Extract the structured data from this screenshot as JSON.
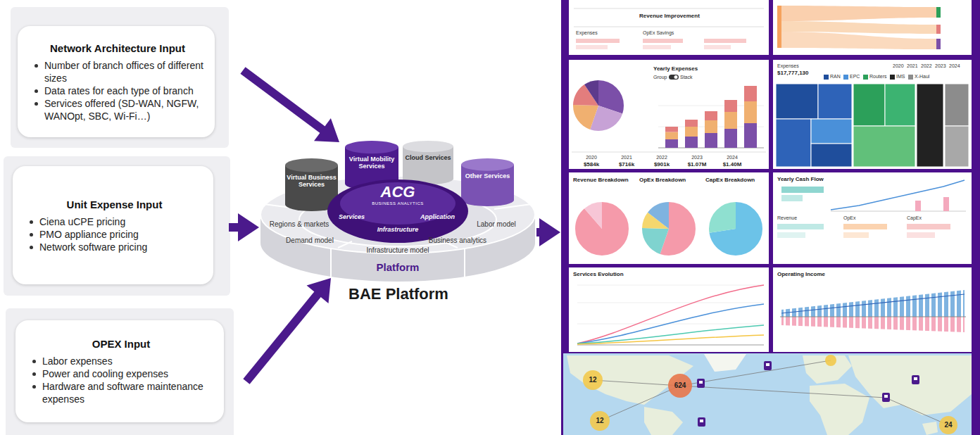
{
  "diagram": {
    "nodes": [
      {
        "text": [
          "Network Architecture Input",
          "Number of branch offices of different sizes",
          "Data rates for each type of branch",
          "Services offered (SD-WAN, NGFW, WANOpt, SBC, Wi-Fi…)"
        ]
      },
      {
        "text": [
          "Unit Expense Input",
          "Ciena uCPE pricing",
          "PMO appliance pricing",
          "Network software pricing"
        ]
      },
      {
        "text": [
          "OPEX Input",
          "Labor expenses",
          "Power and cooling expenses",
          "Hardware and software maintenance expenses"
        ]
      },
      {
        "text": [
          "BAE Platform"
        ]
      },
      {
        "text": [
          "Virtual Business Services"
        ],
        "in": 3
      },
      {
        "text": [
          "Virtual Mobility Services"
        ],
        "in": 3
      },
      {
        "text": [
          "Cloud Services"
        ],
        "in": 3
      },
      {
        "text": [
          "Other Services"
        ],
        "in": 3
      },
      {
        "text": [
          "ACG",
          "BUSINESS ANALYTICS",
          "Services",
          "Infrastructure",
          "Application"
        ],
        "in": 3
      },
      {
        "text": [
          "Revenue Improvement",
          "Expenses",
          "OpEx Savings"
        ]
      },
      {
        "text": [
          "Yearly Expenses",
          "Group",
          "Stack",
          "2020",
          "2021",
          "2022",
          "2023",
          "2024",
          "$584k",
          "$716k",
          "$901k",
          "$1.07M",
          "$1.40M"
        ]
      },
      {
        "text": [
          "Expenses",
          "$17,777,130",
          "2020",
          "2021",
          "2022",
          "2023",
          "2024"
        ]
      },
      {
        "text": [
          "Revenue Breakdown",
          "OpEx Breakdown",
          "CapEx Breakdown"
        ]
      },
      {
        "text": [
          "Yearly Cash Flow",
          "Revenue",
          "OpEx",
          "CapEx"
        ]
      },
      {
        "text": [
          "Services Evolution"
        ]
      },
      {
        "text": [
          "Operating Income"
        ]
      }
    ],
    "edges": [
      {
        "from": 0,
        "to": 3,
        "arrow": "to"
      },
      {
        "from": 1,
        "to": 3,
        "arrow": "to"
      },
      {
        "from": 2,
        "to": 3,
        "arrow": "to"
      },
      {
        "from": 3,
        "to": 12,
        "arrow": "to"
      }
    ],
    "labels": [
      "Regions & markets",
      "Demand model",
      "Infrastructure model",
      "Business analytics",
      "Labor model",
      "Platform",
      "12",
      "624",
      "12",
      "24"
    ],
    "legend": [
      {
        "text": "RAN",
        "color": "#1f4e9c"
      },
      {
        "text": "EPC",
        "color": "#4a90d9"
      },
      {
        "text": "Routers",
        "color": "#2ca05a"
      },
      {
        "text": "IMS",
        "color": "#222222"
      },
      {
        "text": "X-Haul",
        "color": "#8c8c8c"
      }
    ]
  }
}
